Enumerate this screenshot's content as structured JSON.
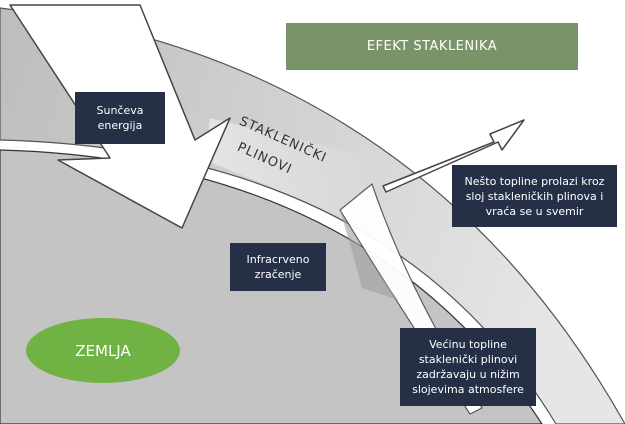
{
  "title": "EFEKT STAKLENIKA",
  "earth_label": "ZEMLJA",
  "greenhouse_layer": {
    "line1": "STAKLENIČKI",
    "line2": "PLINOVI"
  },
  "callouts": {
    "solar": [
      "Sunčeva",
      "energija"
    ],
    "infrared": [
      "Infracrveno",
      "zračenje"
    ],
    "escape": [
      "Nešto topline prolazi kroz",
      "sloj stakleničkih plinova i",
      "vraća se u svemir"
    ],
    "trapped": [
      "Većinu topline",
      "staklenički plinovi",
      "zadržavaju u nižim",
      "slojevima atmosfere"
    ]
  },
  "colors": {
    "title_bg": "#7a946a",
    "callout_bg": "#253047",
    "earth_oval": "#70b244",
    "earth_surface": "#c4c4c4",
    "atmosphere_band": "#dcdcdc"
  }
}
